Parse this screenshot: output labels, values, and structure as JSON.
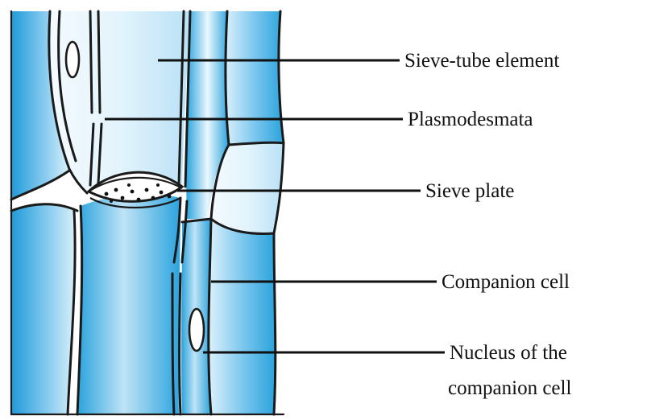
{
  "diagram": {
    "labels": {
      "sieve_tube_element": "Sieve-tube element",
      "plasmodesmata": "Plasmodesmata",
      "sieve_plate": "Sieve plate",
      "companion_cell": "Companion cell",
      "nucleus_line1": "Nucleus of the",
      "nucleus_line2": "companion cell"
    },
    "colors": {
      "cell_light": "#e8f5fd",
      "cell_blue": "#2aa3dd",
      "outline": "#1a1a1a",
      "label_text": "#111111"
    }
  }
}
